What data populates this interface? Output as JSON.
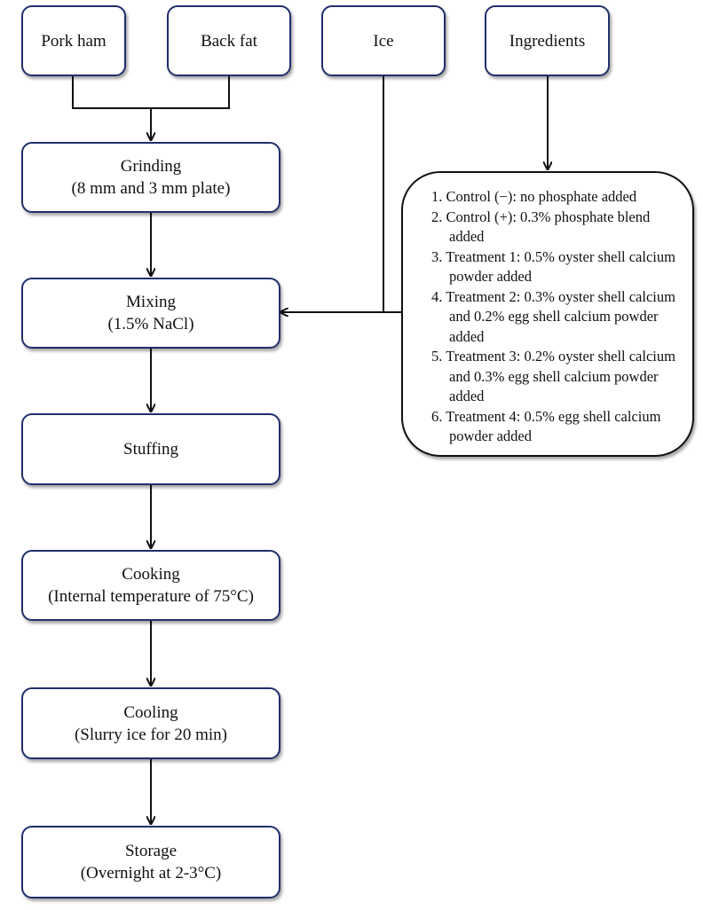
{
  "inputs": {
    "pork_ham": "Pork ham",
    "back_fat": "Back fat",
    "ice": "Ice",
    "ingredients": "Ingredients"
  },
  "steps": {
    "grinding": {
      "title": "Grinding",
      "detail": "(8 mm and 3 mm plate)"
    },
    "mixing": {
      "title": "Mixing",
      "detail": "(1.5% NaCl)"
    },
    "stuffing": {
      "title": "Stuffing"
    },
    "cooking": {
      "title": "Cooking",
      "detail": "(Internal temperature of 75°C)"
    },
    "cooling": {
      "title": "Cooling",
      "detail": "(Slurry ice for 20 min)"
    },
    "storage": {
      "title": "Storage",
      "detail": "(Overnight at 2-3°C)"
    }
  },
  "treatments": [
    "1. Control (−): no phosphate added",
    "2. Control (+): 0.3% phosphate blend added",
    "3. Treatment 1: 0.5% oyster shell calcium powder added",
    "4. Treatment 2: 0.3% oyster shell calcium and 0.2% egg shell calcium powder added",
    "5. Treatment 3: 0.2% oyster shell calcium and 0.3% egg shell calcium powder added",
    "6. Treatment 4: 0.5% egg shell calcium powder added"
  ]
}
